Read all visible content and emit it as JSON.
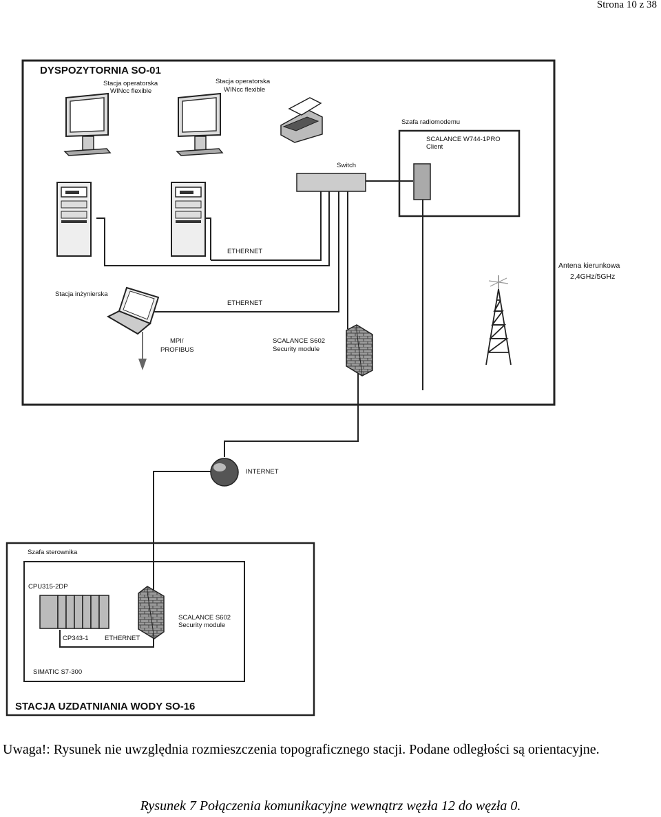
{
  "page": {
    "header": "Strona 10 z 38"
  },
  "diagram": {
    "top_room": {
      "title": "DYSPOZYTORNIA SO-01",
      "operator1": [
        "Stacja operatorska",
        "WINcc flexible"
      ],
      "operator2": [
        "Stacja operatorska",
        "WINcc flexible"
      ],
      "switch": "Switch",
      "radio_cabinet": "Szafa radiomodemu",
      "scalance_w": [
        "SCALANCE W744-1PRO",
        "Client"
      ],
      "ethernet1": "ETHERNET",
      "ethernet2": "ETHERNET",
      "engineering_station": "Stacja inżynierska",
      "mpi": [
        "MPI/",
        "PROFIBUS"
      ],
      "scalance_s1": [
        "SCALANCE S602",
        "Security module"
      ]
    },
    "antenna": [
      "Antena kierunkowa",
      "2,4GHz/5GHz"
    ],
    "internet": "INTERNET",
    "bottom_station": {
      "cabinet": "Szafa sterownika",
      "cpu": "CPU315-2DP",
      "cp": "CP343-1",
      "ethernet": "ETHERNET",
      "scalance_s2": [
        "SCALANCE S602",
        "Security module"
      ],
      "simatic": "SIMATIC S7-300",
      "title": "STACJA UZDATNIANIA WODY SO-16"
    }
  },
  "note": "Uwaga!: Rysunek nie uwzględnia rozmieszczenia topograficznego stacji. Podane odległości są orientacyjne.",
  "caption": "Rysunek 7 Połączenia komunikacyjne wewnątrz węzła 12 do węzła 0."
}
